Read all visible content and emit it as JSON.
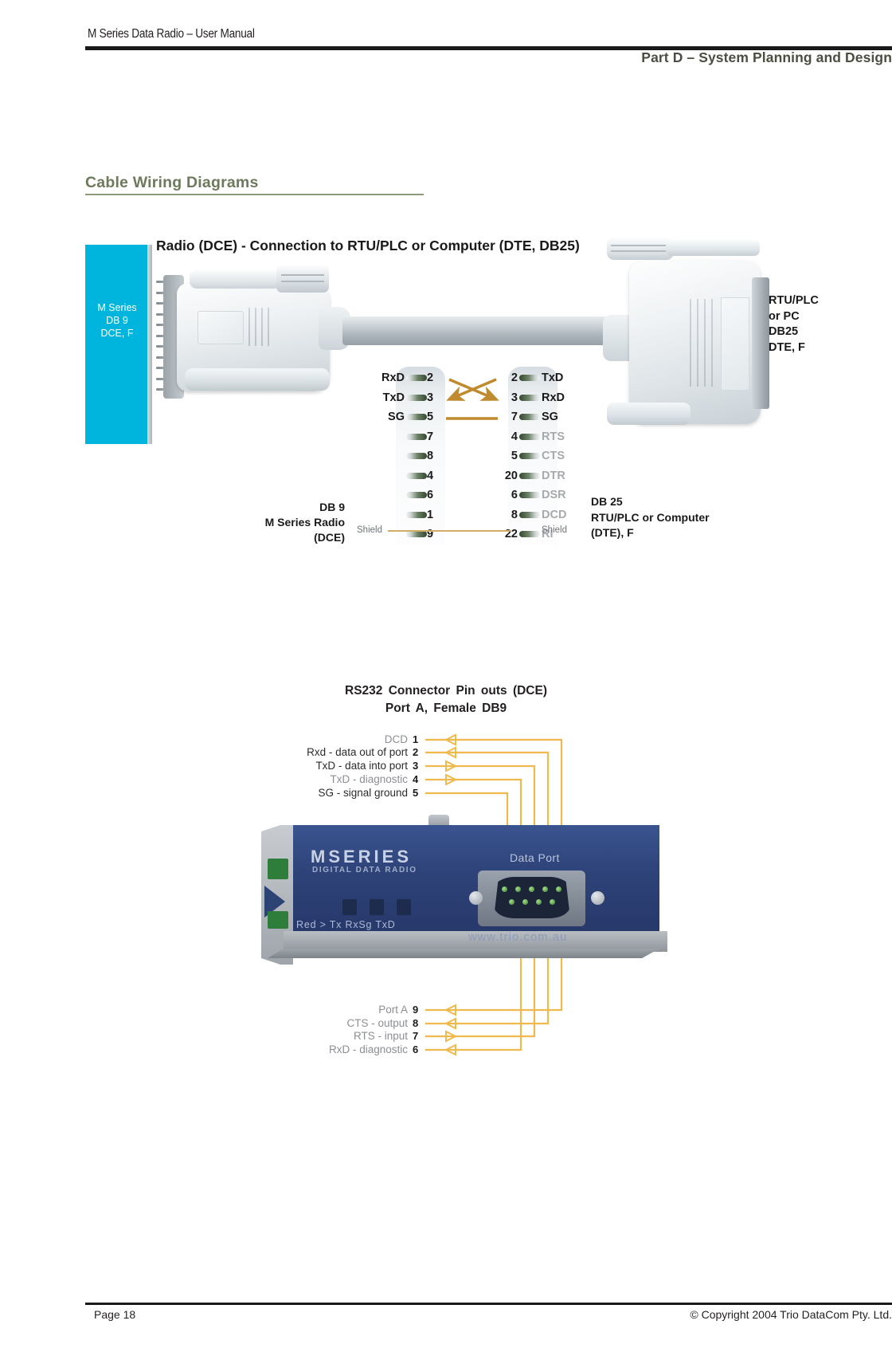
{
  "header": {
    "manual_title": "M Series Data Radio – User Manual",
    "part_title": "Part D – System Planning and Design"
  },
  "section": {
    "title": "Cable Wiring Diagrams"
  },
  "footer": {
    "page_label": "Page 18",
    "copyright": "© Copyright 2004 Trio DataCom Pty. Ltd."
  },
  "diagram1": {
    "title": "Radio (DCE) - Connection to RTU/PLC or Computer (DTE, DB25)",
    "panel_label": "M Series\nDB 9\nDCE, F",
    "panel_label_lines": [
      "M Series",
      "DB 9",
      "DCE, F"
    ],
    "right_device_lines": [
      "RTU/PLC",
      "or PC",
      "DB25",
      "DTE, F"
    ],
    "caption_left_lines": [
      "DB 9",
      "M Series Radio",
      "(DCE)"
    ],
    "caption_right_lines": [
      "DB 25",
      "RTU/PLC or Computer",
      "(DTE), F"
    ],
    "shield_left": "Shield",
    "shield_right": "Shield",
    "rows": [
      {
        "left_label": "RxD",
        "left_pin": "2",
        "right_pin": "2",
        "right_label": "TxD",
        "left_dim": false,
        "right_dim": false
      },
      {
        "left_label": "TxD",
        "left_pin": "3",
        "right_pin": "3",
        "right_label": "RxD",
        "left_dim": false,
        "right_dim": false
      },
      {
        "left_label": "SG",
        "left_pin": "5",
        "right_pin": "7",
        "right_label": "SG",
        "left_dim": false,
        "right_dim": false
      },
      {
        "left_label": "",
        "left_pin": "7",
        "right_pin": "4",
        "right_label": "RTS",
        "left_dim": true,
        "right_dim": true
      },
      {
        "left_label": "",
        "left_pin": "8",
        "right_pin": "5",
        "right_label": "CTS",
        "left_dim": true,
        "right_dim": true
      },
      {
        "left_label": "",
        "left_pin": "4",
        "right_pin": "20",
        "right_label": "DTR",
        "left_dim": true,
        "right_dim": true
      },
      {
        "left_label": "",
        "left_pin": "6",
        "right_pin": "6",
        "right_label": "DSR",
        "left_dim": true,
        "right_dim": true
      },
      {
        "left_label": "",
        "left_pin": "1",
        "right_pin": "8",
        "right_label": "DCD",
        "left_dim": true,
        "right_dim": true
      },
      {
        "left_label": "",
        "left_pin": "9",
        "right_pin": "22",
        "right_label": "RI",
        "left_dim": true,
        "right_dim": true
      }
    ],
    "crossovers": [
      {
        "from": "2",
        "to": "3",
        "note": "RxD to RxD crossover"
      },
      {
        "from": "3",
        "to": "2",
        "note": "TxD to TxD crossover"
      }
    ],
    "straight_links": [
      {
        "left_pin": "5",
        "right_pin": "7",
        "note": "SG to SG"
      }
    ],
    "wire_color": "#c08a2e"
  },
  "diagram2": {
    "title_line1": "RS232  Connector  Pin  outs  (DCE)",
    "title_line2": "Port  A,  Female  DB9",
    "top_pins": [
      {
        "label": "DCD",
        "pin": "1",
        "dir": "in",
        "dim": true
      },
      {
        "label": "Rxd - data out of port",
        "pin": "2",
        "dir": "in",
        "dim": false
      },
      {
        "label": "TxD - data into port",
        "pin": "3",
        "dir": "out",
        "dim": false
      },
      {
        "label": "TxD - diagnostic",
        "pin": "4",
        "dir": "out",
        "dim": true
      },
      {
        "label": "SG - signal ground",
        "pin": "5",
        "dir": "none",
        "dim": false
      }
    ],
    "bottom_pins": [
      {
        "label": "Port A",
        "pin": "9",
        "dir": "in",
        "dim": true
      },
      {
        "label": "CTS - output",
        "pin": "8",
        "dir": "in",
        "dim": true
      },
      {
        "label": "RTS - input",
        "pin": "7",
        "dir": "out",
        "dim": true
      },
      {
        "label": "RxD - diagnostic",
        "pin": "6",
        "dir": "in",
        "dim": true
      }
    ],
    "radio": {
      "brand": "MSERIES",
      "brand_sub": "DIGITAL DATA RADIO",
      "data_port_label": "Data Port",
      "url": "www.trio.com.au",
      "led_labels": "Red    >    Tx  RxSg   TxD"
    },
    "leader_color": "#f0b94e"
  },
  "colors": {
    "cyan_panel": "#00b5dd",
    "section_green": "#6d7a5c",
    "part_title": "#4d4d42",
    "radio_blue": "#2e4379",
    "wire_orange": "#c08a2e"
  }
}
